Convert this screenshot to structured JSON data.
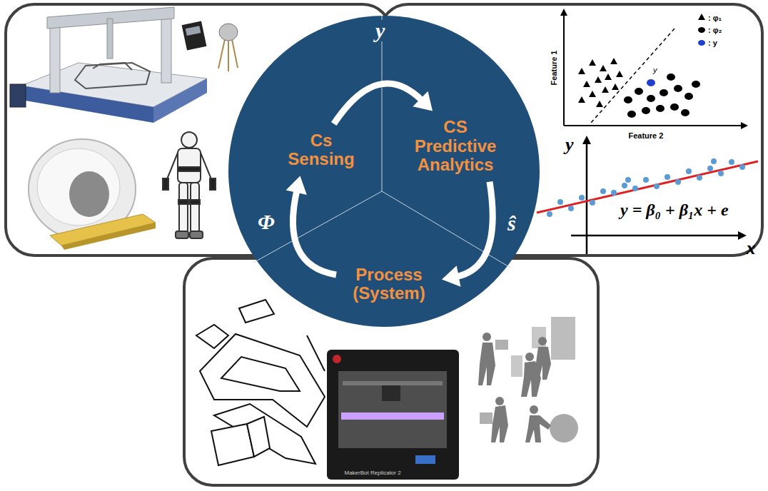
{
  "diagram": {
    "nodes": [
      {
        "text": [
          "Cs Sensing"
        ]
      },
      {
        "text": [
          "CS Predictive Analytics"
        ]
      },
      {
        "text": [
          "Process (System)"
        ]
      }
    ],
    "edges": [
      {
        "from": 0,
        "to": 1,
        "label": "y",
        "arrow": "to"
      },
      {
        "from": 1,
        "to": 2,
        "label": "ŝ",
        "arrow": "to"
      },
      {
        "from": 2,
        "to": 0,
        "label": "Φ",
        "arrow": "to"
      }
    ],
    "labels": [
      "Feature 1",
      "Feature 2",
      "y",
      "y",
      "x",
      "y = β₀ + β₁x + e",
      "MakerBot Replicator 2"
    ],
    "legend": [
      {
        "text": ": φ₁"
      },
      {
        "text": ": φ₂"
      },
      {
        "text": ": y"
      }
    ]
  }
}
